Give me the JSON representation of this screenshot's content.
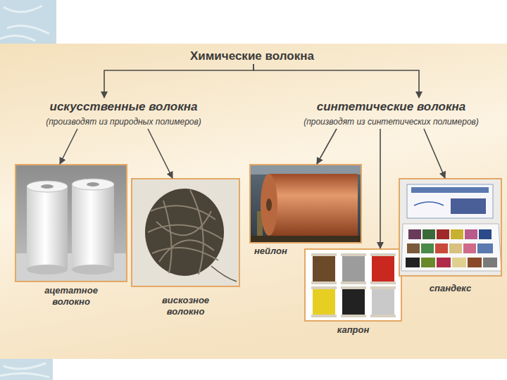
{
  "diagram": {
    "nodes": [
      {
        "text": [
          "Химические волокна"
        ]
      },
      {
        "text": [
          "искусственные волокна",
          "(производят из природных полимеров)"
        ]
      },
      {
        "text": [
          "синтетические волокна",
          "(производят из синтетических полимеров)"
        ]
      },
      {
        "text": [
          "ацетатное волокно"
        ]
      },
      {
        "text": [
          "вискозное волокно"
        ]
      },
      {
        "text": [
          "нейлон"
        ]
      },
      {
        "text": [
          "капрон"
        ]
      },
      {
        "text": [
          "спандекс"
        ]
      }
    ],
    "edges": [
      {
        "from": 0,
        "to": 1,
        "arrow": "to"
      },
      {
        "from": 0,
        "to": 2,
        "arrow": "to"
      },
      {
        "from": 1,
        "to": 3,
        "arrow": "to"
      },
      {
        "from": 1,
        "to": 4,
        "arrow": "to"
      },
      {
        "from": 2,
        "to": 5,
        "arrow": "to"
      },
      {
        "from": 2,
        "to": 6,
        "arrow": "to"
      },
      {
        "from": 2,
        "to": 7,
        "arrow": "to"
      }
    ]
  }
}
